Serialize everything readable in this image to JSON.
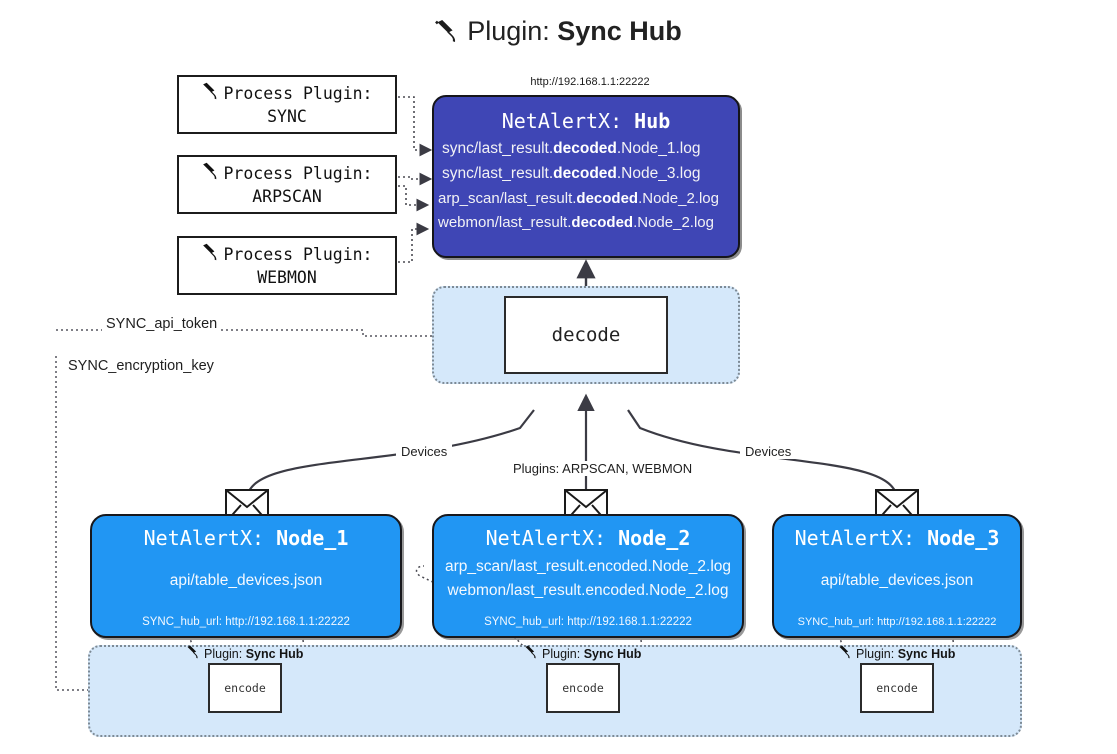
{
  "title": {
    "icon": "plug-icon",
    "prefix": "Plugin:",
    "name": "Sync Hub"
  },
  "process_plugins": [
    {
      "line1": "Process Plugin:",
      "line2": "SYNC",
      "icon": "plug-icon"
    },
    {
      "line1": "Process Plugin:",
      "line2": "ARPSCAN",
      "icon": "plug-icon"
    },
    {
      "line1": "Process Plugin:",
      "line2": "WEBMON",
      "icon": "plug-icon"
    }
  ],
  "hub": {
    "url": "http://192.168.1.1:22222",
    "title_prefix": "NetAlertX:",
    "title_name": "Hub",
    "lines": [
      {
        "pre": "sync/last_result.",
        "mid": "decoded",
        "post": ".Node_1.log"
      },
      {
        "pre": "sync/last_result.",
        "mid": "decoded",
        "post": ".Node_3.log"
      },
      {
        "pre": "arp_scan/last_result.",
        "mid": "decoded",
        "post": ".Node_2.log"
      },
      {
        "pre": "webmon/last_result.",
        "mid": "decoded",
        "post": ".Node_2.log"
      }
    ],
    "fill": "#3f46b5"
  },
  "decode": {
    "label": "decode",
    "container_fill": "#d5e8fa"
  },
  "keys": {
    "api_token": "SYNC_api_token",
    "encryption_key": "SYNC_encryption_key"
  },
  "edges": {
    "left": "Devices",
    "middle": "Plugins: ARPSCAN, WEBMON",
    "right": "Devices"
  },
  "nodes": [
    {
      "title_prefix": "NetAlertX:",
      "title_name": "Node_1",
      "lines": [
        "api/table_devices.json"
      ],
      "url_label": "SYNC_hub_url:",
      "url": "http://192.168.1.1:22222",
      "icon": "envelope-icon",
      "fill": "#2196f3"
    },
    {
      "title_prefix": "NetAlertX:",
      "title_name": "Node_2",
      "lines": [
        "arp_scan/last_result.encoded.Node_2.log",
        "webmon/last_result.encoded.Node_2.log"
      ],
      "url_label": "SYNC_hub_url:",
      "url": "http://192.168.1.1:22222",
      "icon": "envelope-icon",
      "fill": "#2196f3"
    },
    {
      "title_prefix": "NetAlertX:",
      "title_name": "Node_3",
      "lines": [
        "api/table_devices.json"
      ],
      "url_label": "SYNC_hub_url:",
      "url": "http://192.168.1.1:22222",
      "icon": "envelope-icon",
      "fill": "#2196f3"
    }
  ],
  "encoders": [
    {
      "plugin_prefix": "Plugin:",
      "plugin_name": "Sync Hub",
      "label": "encode",
      "icon": "plug-icon"
    },
    {
      "plugin_prefix": "Plugin:",
      "plugin_name": "Sync Hub",
      "label": "encode",
      "icon": "plug-icon"
    },
    {
      "plugin_prefix": "Plugin:",
      "plugin_name": "Sync Hub",
      "label": "encode",
      "icon": "plug-icon"
    }
  ]
}
